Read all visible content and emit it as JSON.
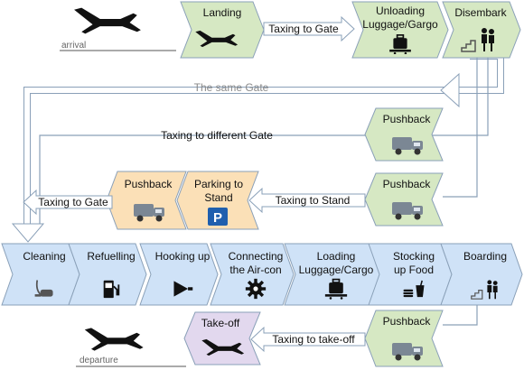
{
  "colors": {
    "green": "#d6e8c3",
    "blue": "#cfe2f7",
    "orange": "#fbe0b7",
    "purple": "#e2d8ee",
    "stroke": "#8aa0b8",
    "arrow_fill": "#ffffff",
    "parking_sign": "#1f5fae"
  },
  "arrival": {
    "caption": "arrival",
    "steps": [
      {
        "label": [
          "Landing"
        ],
        "icon": "plane-icon"
      },
      {
        "label": [
          "Unloading",
          "Luggage/Gargo"
        ],
        "icon": "luggage-icon"
      },
      {
        "label": [
          "Disembark"
        ],
        "icon": "stairs-people-icon"
      }
    ],
    "connector": "Taxing to Gate"
  },
  "paths": {
    "same_gate": "The same Gate",
    "different_gate": "Taxing to different Gate",
    "to_stand": "Taxing to Stand",
    "stand_to_gate": "Taxing to Gate",
    "to_takeoff": "Taxing to take-off"
  },
  "pushback": "Pushback",
  "stand": {
    "pushback": "Pushback",
    "parking": [
      "Parking to",
      "Stand"
    ],
    "parking_sign": "P"
  },
  "ground_ops": [
    {
      "label": [
        "Cleaning"
      ],
      "icon": "vacuum-icon"
    },
    {
      "label": [
        "Refuelling"
      ],
      "icon": "fuel-pump-icon"
    },
    {
      "label": [
        "Hooking up"
      ],
      "icon": "plug-icon"
    },
    {
      "label": [
        "Connecting",
        "the Air-con"
      ],
      "icon": "gear-icon"
    },
    {
      "label": [
        "Loading",
        "Luggage/Cargo"
      ],
      "icon": "luggage-icon"
    },
    {
      "label": [
        "Stocking",
        "up Food"
      ],
      "icon": "food-icon"
    },
    {
      "label": [
        "Boarding"
      ],
      "icon": "stairs-people-icon"
    }
  ],
  "departure": {
    "caption": "departure",
    "takeoff": "Take-off"
  }
}
